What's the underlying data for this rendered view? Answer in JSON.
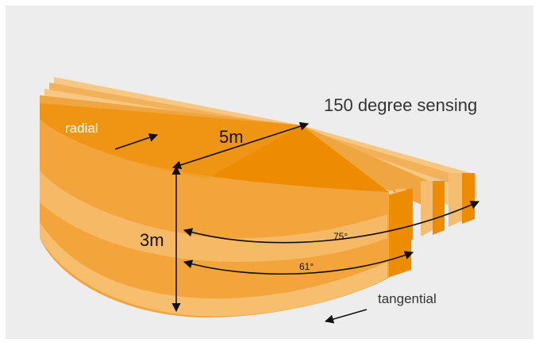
{
  "diagram": {
    "title": "150 degree sensing",
    "labels": {
      "radial": "radial",
      "tangential": "tangential",
      "depth": "5m",
      "height": "3m",
      "angle_outer": "75°",
      "angle_inner": "61°"
    },
    "colors": {
      "background": "#ededed",
      "orange_dark": "#ee8c00",
      "orange_mid": "#f3a43a",
      "orange_light": "#f6bd6e",
      "arrow": "#111111"
    }
  }
}
